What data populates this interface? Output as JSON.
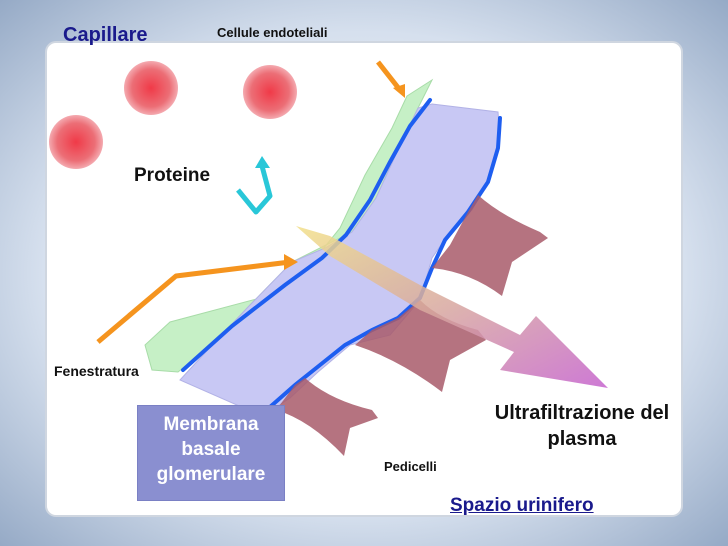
{
  "labels": {
    "capillare": "Capillare",
    "cellule_endoteliali": "Cellule endoteliali",
    "proteine": "Proteine",
    "fenestratura": "Fenestratura",
    "membrana_basale": "Membrana\nbasale\nglomerulare",
    "pedicelli": "Pedicelli",
    "ultrafiltrazione": "Ultrafiltrazione del plasma",
    "spazio_urinifero": "Spazio urinifero"
  },
  "colors": {
    "title_blue": "#1a1a8c",
    "membrane_fill": "#c8c8f4",
    "endothelium_fill": "#c6f0c6",
    "basal_line": "#1e5ef0",
    "pedicel_fill": "#a85a6a",
    "protein_fill": "#e85a64",
    "arrow_orange": "#f5941e",
    "arrow_cyan": "#29c7d8",
    "label_box": "#8a8fd0"
  }
}
